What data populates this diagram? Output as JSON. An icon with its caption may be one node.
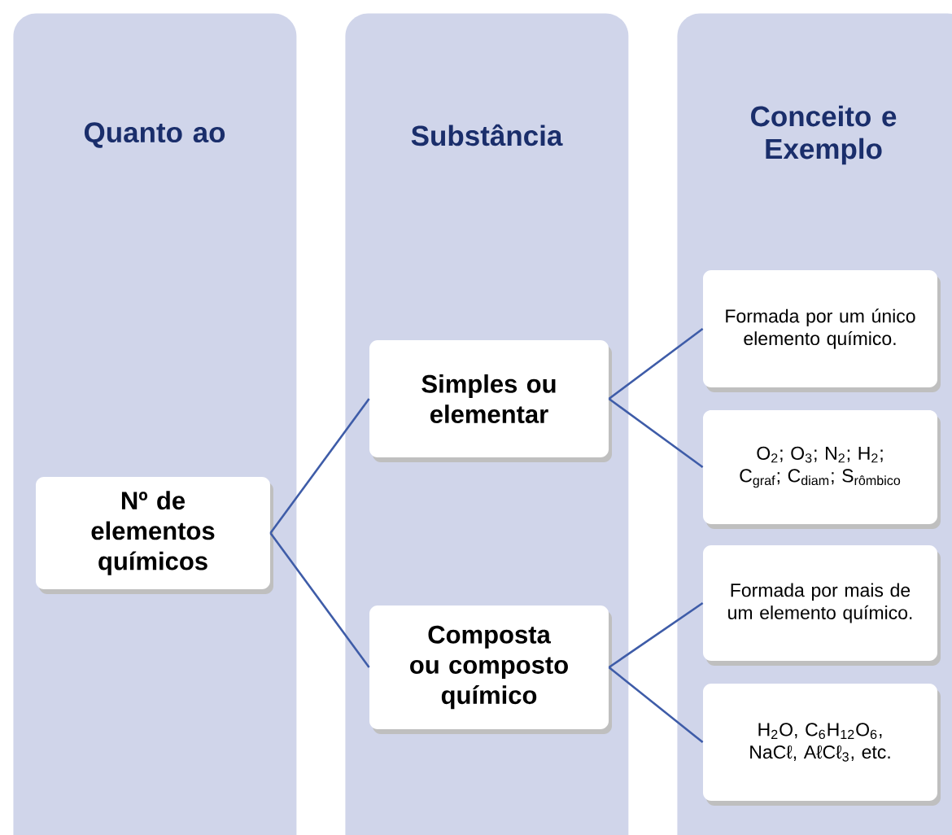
{
  "diagram": {
    "nodes": [
      {
        "text": [
          "Quanto ao"
        ]
      },
      {
        "text": [
          "Substância"
        ]
      },
      {
        "text": [
          "Conceito e Exemplo"
        ]
      },
      {
        "text": [
          "Nº de elementos químicos"
        ],
        "in": 0
      },
      {
        "text": [
          "Simples ou elementar"
        ],
        "in": 1
      },
      {
        "text": [
          "Composta ou composto químico"
        ],
        "in": 1
      },
      {
        "text": [
          "Formada por um único elemento químico."
        ],
        "in": 2
      },
      {
        "text": [
          "O$_{2}$; O$_{3}$;  N$_{2}$; H$_{2}$; C$_{graf}$; C$_{diam}$; S$_{rômbico}$"
        ],
        "in": 2
      },
      {
        "text": [
          "Formada por mais de um elemento químico."
        ],
        "in": 2
      },
      {
        "text": [
          "H$_{2}$O, C$_{6}$H$_{12}$O$_{6}$, NaCℓ, AℓCℓ$_{3}$, etc."
        ],
        "in": 2
      }
    ],
    "edges": [
      {
        "from": 3,
        "to": 4,
        "arrow": "none"
      },
      {
        "from": 3,
        "to": 5,
        "arrow": "none"
      },
      {
        "from": 4,
        "to": 6,
        "arrow": "none"
      },
      {
        "from": 4,
        "to": 7,
        "arrow": "none"
      },
      {
        "from": 5,
        "to": 8,
        "arrow": "none"
      },
      {
        "from": 5,
        "to": 9,
        "arrow": "none"
      }
    ]
  }
}
